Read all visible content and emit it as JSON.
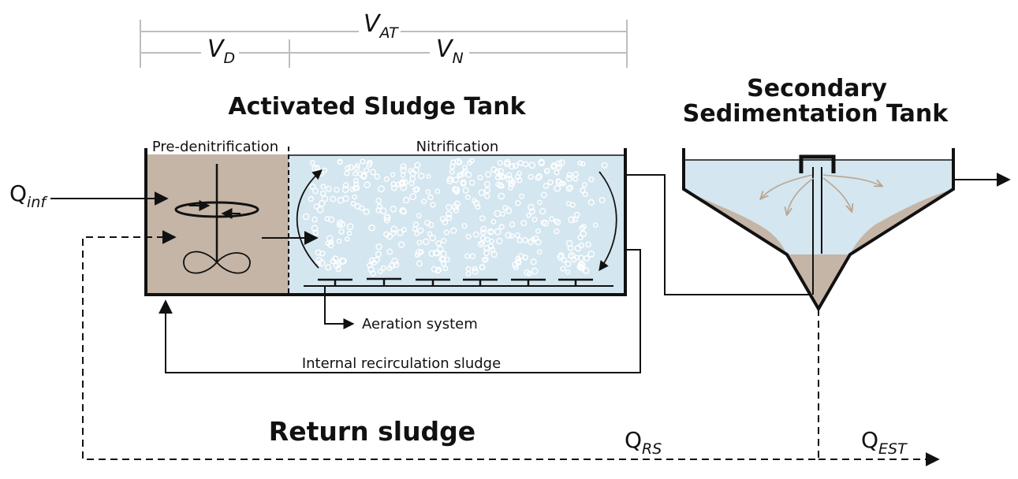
{
  "volumes": {
    "total": {
      "base": "V",
      "sub": "AT"
    },
    "denitrification": {
      "base": "V",
      "sub": "D"
    },
    "nitrification": {
      "base": "V",
      "sub": "N"
    }
  },
  "titles": {
    "activated_sludge_tank": "Activated Sludge Tank",
    "secondary_line1": "Secondary",
    "secondary_line2": "Sedimentation Tank",
    "return_sludge": "Return sludge"
  },
  "zones": {
    "pre_denitrification": "Pre-denitrification",
    "nitrification": "Nitrification"
  },
  "labels": {
    "aeration_system": "Aeration system",
    "internal_recirculation": "Internal recirculation sludge"
  },
  "flows": {
    "influent": {
      "base": "Q",
      "sub": "inf"
    },
    "return_sludge": {
      "base": "Q",
      "sub": "RS"
    },
    "excess_sludge": {
      "base": "Q",
      "sub": "EST"
    }
  },
  "colors": {
    "anoxic_fill": "#c4b5a6",
    "water_fill": "#d4e6ef",
    "sludge_fill": "#c4b5a6",
    "line": "#111111",
    "dimension_line": "#bdbdbd",
    "bubble": "#ffffff",
    "flow_arrow_light": "#b9a590"
  }
}
